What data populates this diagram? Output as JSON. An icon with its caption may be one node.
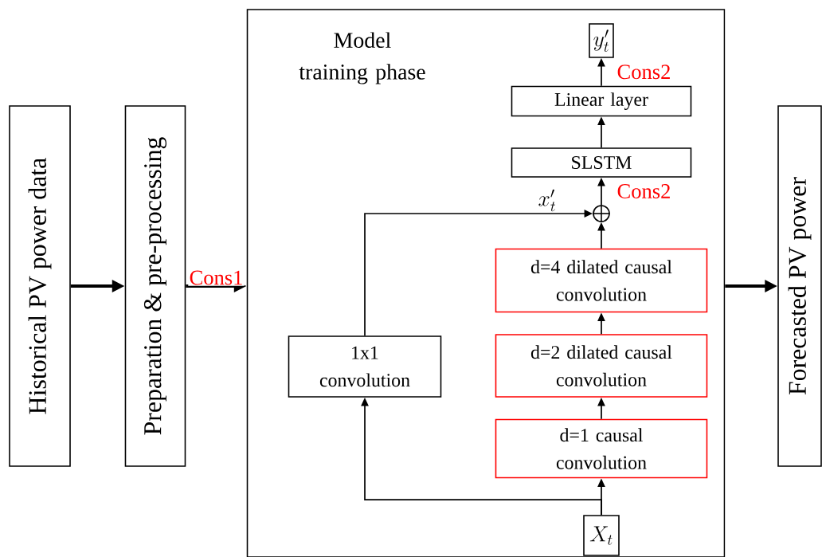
{
  "diagram": {
    "nodes": [
      {
        "text": [
          "Historical PV power data"
        ]
      },
      {
        "text": [
          "Preparation & pre-processing"
        ]
      },
      {
        "text": [
          "Model training phase"
        ]
      },
      {
        "text": [
          "y'_t"
        ],
        "in": 2
      },
      {
        "text": [
          "Linear  layer"
        ],
        "in": 2
      },
      {
        "text": [
          "SLSTM"
        ],
        "in": 2
      },
      {
        "text": [],
        "shape": "circle",
        "in": 2
      },
      {
        "text": [
          "d=4 dilated causal convolution"
        ],
        "in": 2
      },
      {
        "text": [
          "d=2 dilated causal convolution"
        ],
        "in": 2
      },
      {
        "text": [
          "d=1 causal convolution"
        ],
        "in": 2
      },
      {
        "text": [
          "1x1 convolution"
        ],
        "in": 2
      },
      {
        "text": [
          "X_t"
        ],
        "in": 2
      },
      {
        "text": [
          "Forecasted PV power"
        ]
      }
    ],
    "edges": [
      {
        "from": 0,
        "to": 1,
        "arrow": "to",
        "style": "thick"
      },
      {
        "from": 1,
        "to": 2,
        "arrow": "to",
        "style": "thick",
        "label": "Cons1"
      },
      {
        "from": 2,
        "to": 12,
        "arrow": "to",
        "style": "thick"
      },
      {
        "from": 11,
        "to": 9,
        "arrow": "to"
      },
      {
        "from": 11,
        "to": 10,
        "arrow": "to"
      },
      {
        "from": 9,
        "to": 8,
        "arrow": "to"
      },
      {
        "from": 8,
        "to": 7,
        "arrow": "to"
      },
      {
        "from": 7,
        "to": 6,
        "arrow": "to"
      },
      {
        "from": 10,
        "to": 6,
        "arrow": "to",
        "label": "x'_t"
      },
      {
        "from": 6,
        "to": 5,
        "arrow": "to",
        "label": "Cons2"
      },
      {
        "from": 5,
        "to": 4,
        "arrow": "to"
      },
      {
        "from": 4,
        "to": 3,
        "arrow": "to",
        "label": "Cons2"
      }
    ]
  }
}
